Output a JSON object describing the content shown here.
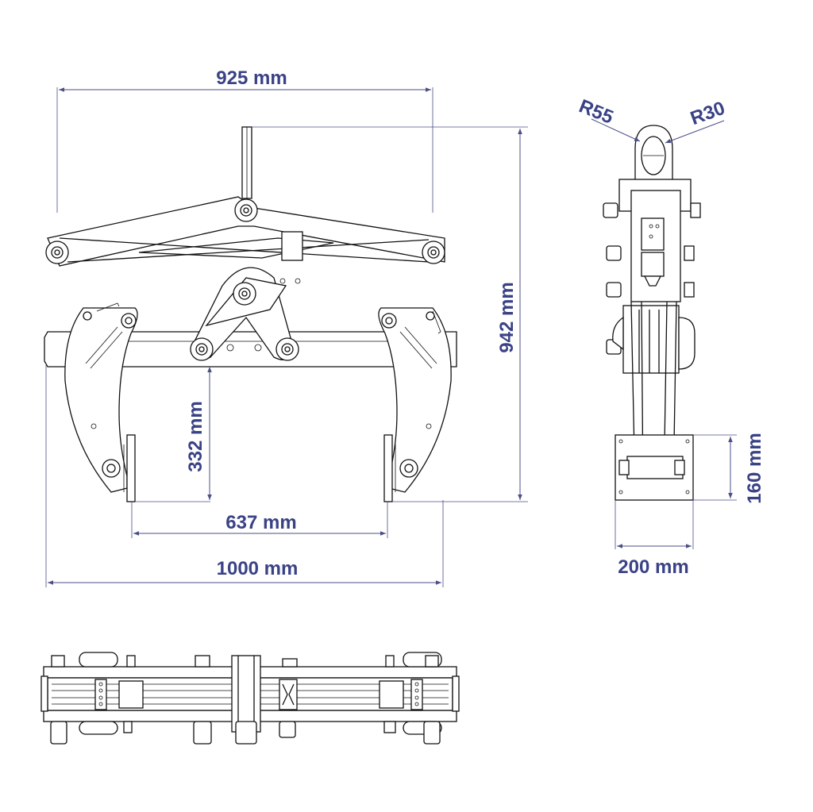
{
  "dimensions": {
    "top_width": "925 mm",
    "total_height": "942 mm",
    "jaw_depth": "332 mm",
    "jaw_opening": "637 mm",
    "overall_width": "1000 mm",
    "eye_radius_outer": "R55",
    "eye_radius_inner": "R30",
    "pad_height": "160 mm",
    "side_width": "200 mm"
  },
  "colors": {
    "line": "#111111",
    "dimension": "#3a4286"
  }
}
